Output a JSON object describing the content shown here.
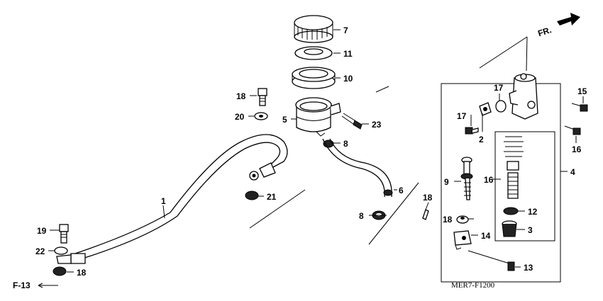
{
  "diagram": {
    "drawing_code": "MER7-F1200",
    "direction_label": "FR.",
    "reference_label": "F-13",
    "callouts": [
      {
        "id": "c1",
        "text": "1"
      },
      {
        "id": "c2",
        "text": "2"
      },
      {
        "id": "c3",
        "text": "3"
      },
      {
        "id": "c4",
        "text": "4"
      },
      {
        "id": "c5",
        "text": "5"
      },
      {
        "id": "c6",
        "text": "6"
      },
      {
        "id": "c7",
        "text": "7"
      },
      {
        "id": "c8a",
        "text": "8"
      },
      {
        "id": "c8b",
        "text": "8"
      },
      {
        "id": "c9",
        "text": "9"
      },
      {
        "id": "c10",
        "text": "10"
      },
      {
        "id": "c11",
        "text": "11"
      },
      {
        "id": "c12",
        "text": "12"
      },
      {
        "id": "c13",
        "text": "13"
      },
      {
        "id": "c14",
        "text": "14"
      },
      {
        "id": "c15",
        "text": "15"
      },
      {
        "id": "c16a",
        "text": "16"
      },
      {
        "id": "c16b",
        "text": "16"
      },
      {
        "id": "c17a",
        "text": "17"
      },
      {
        "id": "c17b",
        "text": "17"
      },
      {
        "id": "c18a",
        "text": "18"
      },
      {
        "id": "c18b",
        "text": "18"
      },
      {
        "id": "c18c",
        "text": "18"
      },
      {
        "id": "c18d",
        "text": "18"
      },
      {
        "id": "c19",
        "text": "19"
      },
      {
        "id": "c20",
        "text": "20"
      },
      {
        "id": "c21",
        "text": "21"
      },
      {
        "id": "c22",
        "text": "22"
      },
      {
        "id": "c23",
        "text": "23"
      }
    ]
  }
}
